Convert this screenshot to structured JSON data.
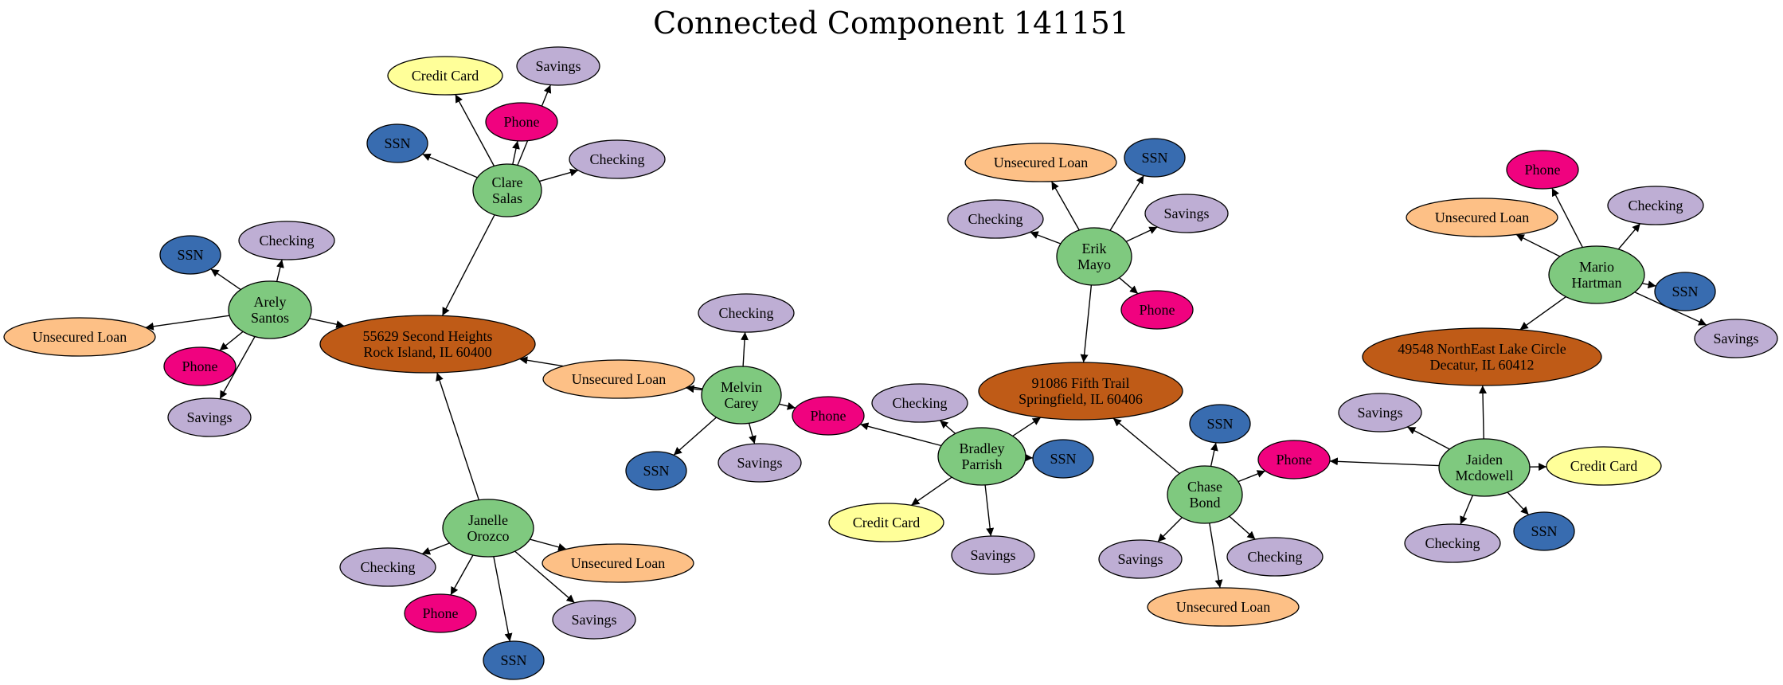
{
  "title": "Connected Component 141151",
  "colors": {
    "person": "#7fc97f",
    "address": "#bf5b17",
    "ssn": "#386cb0",
    "phone": "#f0027f",
    "checking": "#beaed4",
    "savings": "#beaed4",
    "unsecured_loan": "#fdc086",
    "credit_card": "#ffff99"
  },
  "nodes": [
    {
      "id": "clare",
      "type": "person",
      "lines": [
        "Clare",
        "Salas"
      ]
    },
    {
      "id": "clare_cc",
      "type": "credit_card",
      "lines": [
        "Credit Card"
      ]
    },
    {
      "id": "clare_sav",
      "type": "savings",
      "lines": [
        "Savings"
      ]
    },
    {
      "id": "clare_phone",
      "type": "phone",
      "lines": [
        "Phone"
      ]
    },
    {
      "id": "clare_ssn",
      "type": "ssn",
      "lines": [
        "SSN"
      ]
    },
    {
      "id": "clare_chk",
      "type": "checking",
      "lines": [
        "Checking"
      ]
    },
    {
      "id": "arely",
      "type": "person",
      "lines": [
        "Arely",
        "Santos"
      ]
    },
    {
      "id": "arely_ssn",
      "type": "ssn",
      "lines": [
        "SSN"
      ]
    },
    {
      "id": "arely_chk",
      "type": "checking",
      "lines": [
        "Checking"
      ]
    },
    {
      "id": "arely_loan",
      "type": "unsecured_loan",
      "lines": [
        "Unsecured Loan"
      ]
    },
    {
      "id": "arely_phone",
      "type": "phone",
      "lines": [
        "Phone"
      ]
    },
    {
      "id": "arely_sav",
      "type": "savings",
      "lines": [
        "Savings"
      ]
    },
    {
      "id": "addr1",
      "type": "address",
      "lines": [
        "55629 Second Heights",
        "Rock Island, IL 60400"
      ]
    },
    {
      "id": "janelle",
      "type": "person",
      "lines": [
        "Janelle",
        "Orozco"
      ]
    },
    {
      "id": "janelle_chk",
      "type": "checking",
      "lines": [
        "Checking"
      ]
    },
    {
      "id": "janelle_loan",
      "type": "unsecured_loan",
      "lines": [
        "Unsecured Loan"
      ]
    },
    {
      "id": "janelle_phone",
      "type": "phone",
      "lines": [
        "Phone"
      ]
    },
    {
      "id": "janelle_sav",
      "type": "savings",
      "lines": [
        "Savings"
      ]
    },
    {
      "id": "janelle_ssn",
      "type": "ssn",
      "lines": [
        "SSN"
      ]
    },
    {
      "id": "melvin",
      "type": "person",
      "lines": [
        "Melvin",
        "Carey"
      ]
    },
    {
      "id": "melvin_chk",
      "type": "checking",
      "lines": [
        "Checking"
      ]
    },
    {
      "id": "melvin_loan",
      "type": "unsecured_loan",
      "lines": [
        "Unsecured Loan"
      ]
    },
    {
      "id": "melvin_phone",
      "type": "phone",
      "lines": [
        "Phone"
      ]
    },
    {
      "id": "melvin_ssn",
      "type": "ssn",
      "lines": [
        "SSN"
      ]
    },
    {
      "id": "melvin_sav",
      "type": "savings",
      "lines": [
        "Savings"
      ]
    },
    {
      "id": "bradley",
      "type": "person",
      "lines": [
        "Bradley",
        "Parrish"
      ]
    },
    {
      "id": "bradley_chk",
      "type": "checking",
      "lines": [
        "Checking"
      ]
    },
    {
      "id": "bradley_ssn",
      "type": "ssn",
      "lines": [
        "SSN"
      ]
    },
    {
      "id": "bradley_cc",
      "type": "credit_card",
      "lines": [
        "Credit Card"
      ]
    },
    {
      "id": "bradley_sav",
      "type": "savings",
      "lines": [
        "Savings"
      ]
    },
    {
      "id": "addr2",
      "type": "address",
      "lines": [
        "91086 Fifth Trail",
        "Springfield, IL 60406"
      ]
    },
    {
      "id": "erik",
      "type": "person",
      "lines": [
        "Erik",
        "Mayo"
      ]
    },
    {
      "id": "erik_loan",
      "type": "unsecured_loan",
      "lines": [
        "Unsecured Loan"
      ]
    },
    {
      "id": "erik_ssn",
      "type": "ssn",
      "lines": [
        "SSN"
      ]
    },
    {
      "id": "erik_chk",
      "type": "checking",
      "lines": [
        "Checking"
      ]
    },
    {
      "id": "erik_sav",
      "type": "savings",
      "lines": [
        "Savings"
      ]
    },
    {
      "id": "erik_phone",
      "type": "phone",
      "lines": [
        "Phone"
      ]
    },
    {
      "id": "chase",
      "type": "person",
      "lines": [
        "Chase",
        "Bond"
      ]
    },
    {
      "id": "chase_ssn",
      "type": "ssn",
      "lines": [
        "SSN"
      ]
    },
    {
      "id": "shared_phone",
      "type": "phone",
      "lines": [
        "Phone"
      ]
    },
    {
      "id": "chase_sav",
      "type": "savings",
      "lines": [
        "Savings"
      ]
    },
    {
      "id": "chase_chk",
      "type": "checking",
      "lines": [
        "Checking"
      ]
    },
    {
      "id": "chase_loan",
      "type": "unsecured_loan",
      "lines": [
        "Unsecured Loan"
      ]
    },
    {
      "id": "jaiden",
      "type": "person",
      "lines": [
        "Jaiden",
        "Mcdowell"
      ]
    },
    {
      "id": "jaiden_sav",
      "type": "savings",
      "lines": [
        "Savings"
      ]
    },
    {
      "id": "jaiden_cc",
      "type": "credit_card",
      "lines": [
        "Credit Card"
      ]
    },
    {
      "id": "jaiden_chk",
      "type": "checking",
      "lines": [
        "Checking"
      ]
    },
    {
      "id": "jaiden_ssn",
      "type": "ssn",
      "lines": [
        "SSN"
      ]
    },
    {
      "id": "addr3",
      "type": "address",
      "lines": [
        "49548 NorthEast Lake Circle",
        "Decatur, IL 60412"
      ]
    },
    {
      "id": "mario",
      "type": "person",
      "lines": [
        "Mario",
        "Hartman"
      ]
    },
    {
      "id": "mario_phone",
      "type": "phone",
      "lines": [
        "Phone"
      ]
    },
    {
      "id": "mario_loan",
      "type": "unsecured_loan",
      "lines": [
        "Unsecured Loan"
      ]
    },
    {
      "id": "mario_chk",
      "type": "checking",
      "lines": [
        "Checking"
      ]
    },
    {
      "id": "mario_ssn",
      "type": "ssn",
      "lines": [
        "SSN"
      ]
    },
    {
      "id": "mario_sav",
      "type": "savings",
      "lines": [
        "Savings"
      ]
    }
  ],
  "edges": [
    [
      "clare",
      "clare_cc"
    ],
    [
      "clare",
      "clare_sav"
    ],
    [
      "clare",
      "clare_phone"
    ],
    [
      "clare",
      "clare_ssn"
    ],
    [
      "clare",
      "clare_chk"
    ],
    [
      "clare",
      "addr1"
    ],
    [
      "arely",
      "arely_ssn"
    ],
    [
      "arely",
      "arely_chk"
    ],
    [
      "arely",
      "arely_loan"
    ],
    [
      "arely",
      "arely_phone"
    ],
    [
      "arely",
      "arely_sav"
    ],
    [
      "arely",
      "addr1"
    ],
    [
      "janelle",
      "addr1"
    ],
    [
      "janelle",
      "janelle_chk"
    ],
    [
      "janelle",
      "janelle_loan"
    ],
    [
      "janelle",
      "janelle_phone"
    ],
    [
      "janelle",
      "janelle_sav"
    ],
    [
      "janelle",
      "janelle_ssn"
    ],
    [
      "melvin",
      "addr1"
    ],
    [
      "melvin",
      "melvin_chk"
    ],
    [
      "melvin",
      "melvin_loan"
    ],
    [
      "melvin",
      "melvin_phone"
    ],
    [
      "melvin",
      "melvin_ssn"
    ],
    [
      "melvin",
      "melvin_sav"
    ],
    [
      "bradley",
      "melvin_phone"
    ],
    [
      "bradley",
      "bradley_chk"
    ],
    [
      "bradley",
      "bradley_ssn"
    ],
    [
      "bradley",
      "bradley_cc"
    ],
    [
      "bradley",
      "bradley_sav"
    ],
    [
      "bradley",
      "addr2"
    ],
    [
      "erik",
      "erik_loan"
    ],
    [
      "erik",
      "erik_ssn"
    ],
    [
      "erik",
      "erik_chk"
    ],
    [
      "erik",
      "erik_sav"
    ],
    [
      "erik",
      "erik_phone"
    ],
    [
      "erik",
      "addr2"
    ],
    [
      "chase",
      "addr2"
    ],
    [
      "chase",
      "chase_ssn"
    ],
    [
      "chase",
      "shared_phone"
    ],
    [
      "chase",
      "chase_sav"
    ],
    [
      "chase",
      "chase_chk"
    ],
    [
      "chase",
      "chase_loan"
    ],
    [
      "jaiden",
      "shared_phone"
    ],
    [
      "jaiden",
      "jaiden_sav"
    ],
    [
      "jaiden",
      "jaiden_cc"
    ],
    [
      "jaiden",
      "jaiden_chk"
    ],
    [
      "jaiden",
      "jaiden_ssn"
    ],
    [
      "jaiden",
      "addr3"
    ],
    [
      "mario",
      "addr3"
    ],
    [
      "mario",
      "mario_phone"
    ],
    [
      "mario",
      "mario_loan"
    ],
    [
      "mario",
      "mario_chk"
    ],
    [
      "mario",
      "mario_ssn"
    ],
    [
      "mario",
      "mario_sav"
    ]
  ]
}
